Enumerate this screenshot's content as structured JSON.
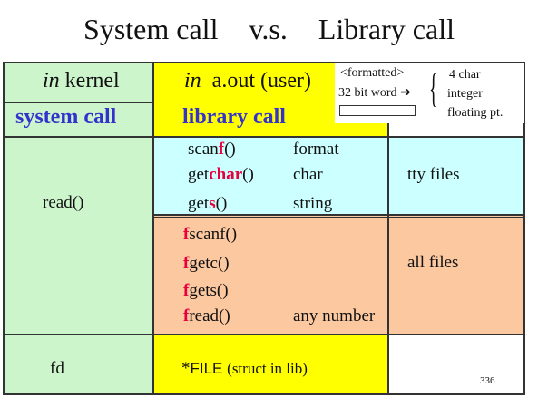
{
  "title": {
    "part1": "System call",
    "part2": "v.s.",
    "part3": "Library call"
  },
  "header": {
    "kernel_italic": "in",
    "kernel_text": "kernel",
    "user_italic": "in",
    "user_text": "a.out (user)",
    "system_call": "system call",
    "library_call": "library call"
  },
  "callout": {
    "formatted": "<formatted>",
    "word": "32 bit word",
    "arrow": "➔",
    "brace": "{",
    "types": [
      "4 char",
      "integer",
      "floating pt."
    ]
  },
  "rows": {
    "read_label": "read()",
    "tty": {
      "funcs": [
        {
          "pre": "scan",
          "hl": "f",
          "post": "()",
          "desc": "format"
        },
        {
          "pre": "get",
          "hl": "char",
          "post": "()",
          "desc": "char"
        },
        {
          "pre": "get",
          "hl": "s",
          "post": "()",
          "desc": "string"
        }
      ],
      "category": "tty files"
    },
    "files": {
      "funcs": [
        {
          "hl": "f",
          "post": "scanf()",
          "desc": ""
        },
        {
          "hl": "f",
          "post": "getc()",
          "desc": ""
        },
        {
          "hl": "f",
          "post": "gets()",
          "desc": ""
        },
        {
          "hl": "f",
          "post": "read()",
          "desc": "any number"
        }
      ],
      "category": "all files"
    },
    "fd_label": "fd",
    "file_star": "*",
    "file_word": "FILE",
    "file_note": "(struct in lib)"
  },
  "page_number": "336",
  "colors": {
    "green": "#ccf5cc",
    "yellow": "#ffff00",
    "cyan": "#ccffff",
    "peach": "#fcc8a0",
    "red": "#e8003c",
    "blue": "#3333cc"
  }
}
